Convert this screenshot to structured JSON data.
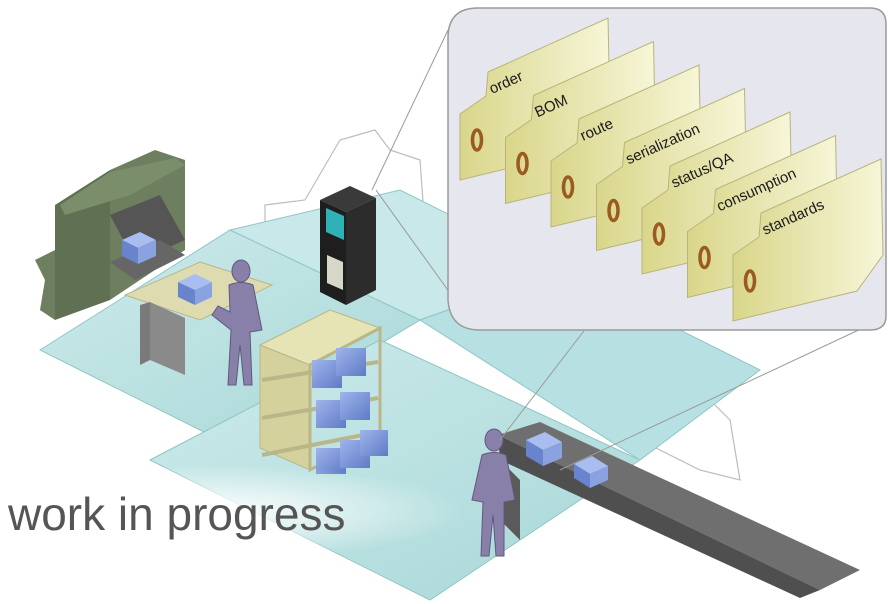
{
  "title": "work in progress",
  "folder_tabs": [
    {
      "label": "order",
      "ring": "0"
    },
    {
      "label": "BOM",
      "ring": "0"
    },
    {
      "label": "route",
      "ring": "0"
    },
    {
      "label": "serialization",
      "ring": "0"
    },
    {
      "label": "status/QA",
      "ring": "0"
    },
    {
      "label": "consumption",
      "ring": "0"
    },
    {
      "label": "standards",
      "ring": "0"
    }
  ],
  "colors": {
    "floor": "#bfe3e3",
    "folder": "#ecebb0",
    "folder_ring": "#9a5a20",
    "callout": "#e8e8ee",
    "person": "#8880a8",
    "box": "#7b95d6",
    "machine": "#6d7f5e",
    "conveyor": "#6f6f6f"
  }
}
